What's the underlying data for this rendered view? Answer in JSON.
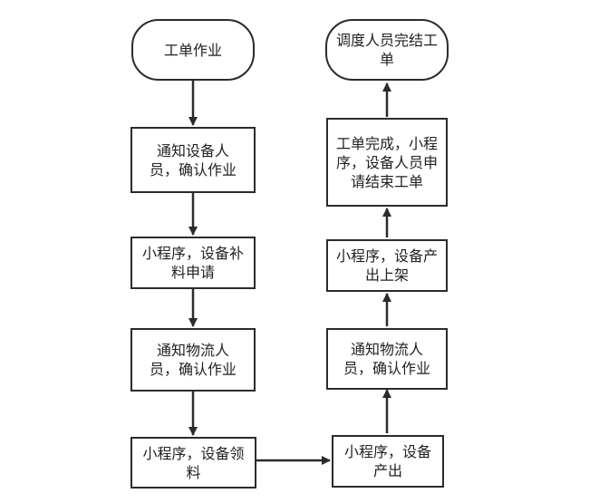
{
  "nodes": {
    "start": "工单作业",
    "notify_device": "通知设备人员，确认作业",
    "replenish": "小程序，设备补料申请",
    "notify_logistics_left": "通知物流人员，确认作业",
    "collect": "小程序，设备领料",
    "output": "小程序，设备产出",
    "notify_logistics_right": "通知物流人员，确认作业",
    "shelve": "小程序，设备产出上架",
    "complete": "工单完成，小程序，设备人员申请结束工单",
    "end": "调度人员完结工单"
  },
  "colors": {
    "stroke": "#2b2b2b",
    "text": "#222222",
    "background": "#ffffff"
  }
}
